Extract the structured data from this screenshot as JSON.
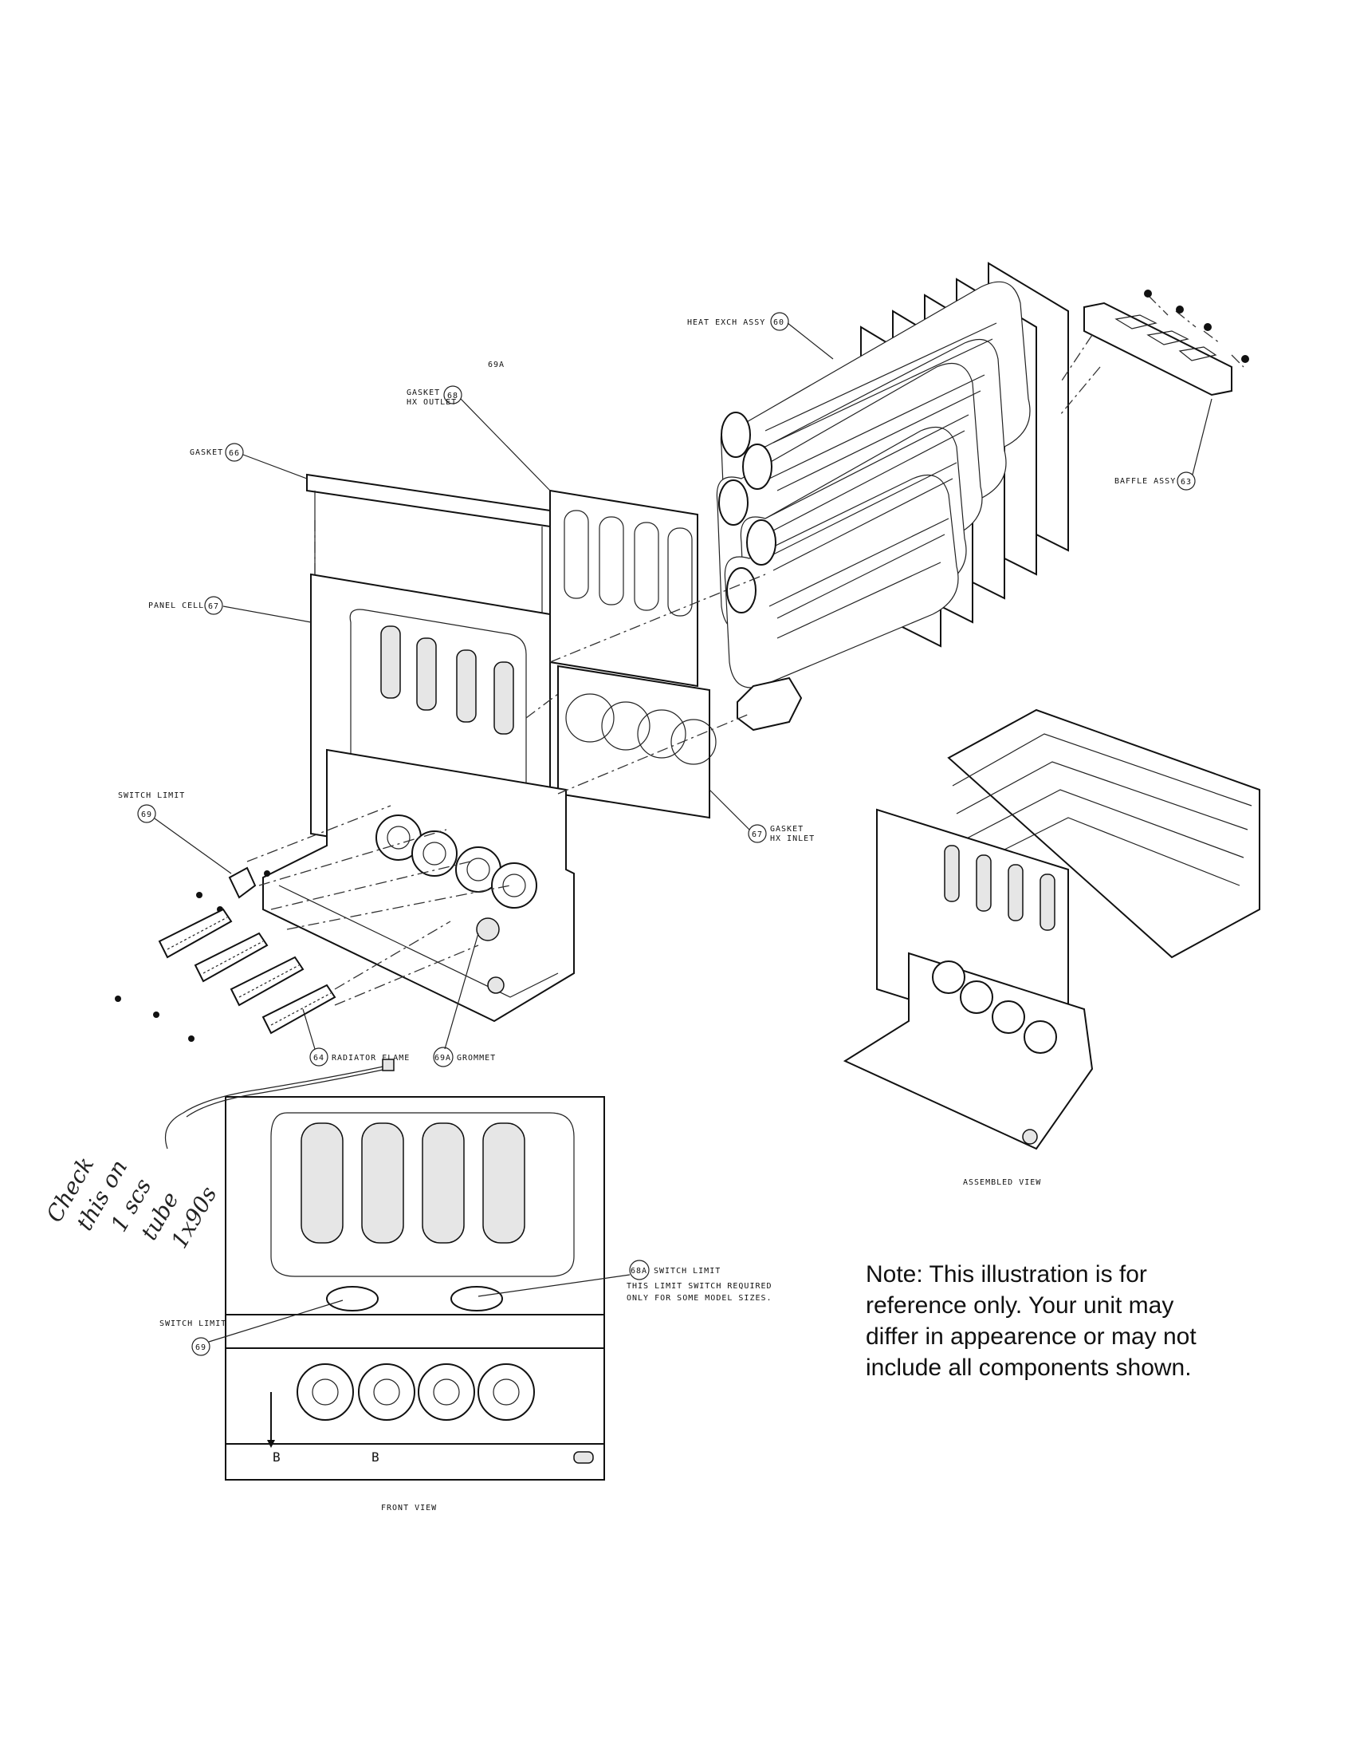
{
  "labels": {
    "heat_exch": "HEAT EXCH ASSY",
    "heat_exch_num": "60",
    "num_69a_top": "69A",
    "gasket_hx_outlet_1": "GASKET",
    "gasket_hx_outlet_2": "HX OUTLET",
    "gasket_hx_outlet_num": "68",
    "gasket": "GASKET",
    "gasket_num": "66",
    "baffle": "BAFFLE ASSY",
    "baffle_num": "63",
    "panel_cell": "PANEL CELL",
    "panel_cell_num": "67",
    "switch_limit_left": "SWITCH LIMIT",
    "switch_limit_left_num": "69",
    "gasket_hx_inlet_1": "GASKET",
    "gasket_hx_inlet_2": "HX INLET",
    "gasket_hx_inlet_num": "67",
    "radiator_flame": "RADIATOR FLAME",
    "radiator_flame_num": "64",
    "grommet": "GROMMET",
    "grommet_num": "69A",
    "assembled_view": "ASSEMBLED VIEW",
    "switch_limit_front": "SWITCH LIMIT",
    "switch_limit_front_num": "68A",
    "limit_note_1": "THIS LIMIT SWITCH REQUIRED",
    "limit_note_2": "ONLY FOR SOME MODEL SIZES.",
    "switch_limit_front_left": "SWITCH LIMIT",
    "switch_limit_front_left_num": "69",
    "section_b_left": "B",
    "section_b_right": "B",
    "front_view": "FRONT VIEW"
  },
  "note": {
    "line1": "Note: This illustration is for",
    "line2": "reference only. Your unit may",
    "line3": "differ in appearence or may not",
    "line4": "include all components shown."
  },
  "handwriting": {
    "line1": "Check",
    "line2": "this on",
    "line3": "1 scs",
    "line4": "tube",
    "line5": "1x90s"
  }
}
